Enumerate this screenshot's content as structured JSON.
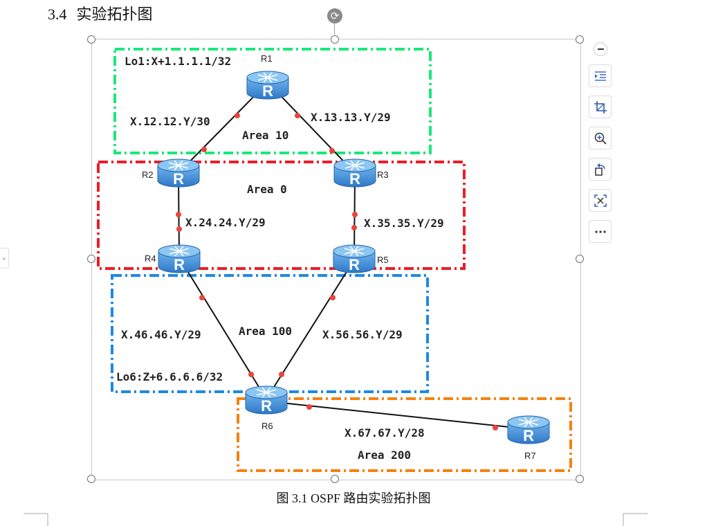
{
  "document": {
    "section_number": "3.4",
    "section_title": "实验拓扑图",
    "figure_caption": "图 3.1 OSPF 路由实验拓扑图"
  },
  "diagram": {
    "areas": [
      {
        "id": "area10",
        "label": "Area 10",
        "color": "#19e87a"
      },
      {
        "id": "area0",
        "label": "Area 0",
        "color": "#ee1c24"
      },
      {
        "id": "area100",
        "label": "Area 100",
        "color": "#1e88e5"
      },
      {
        "id": "area200",
        "label": "Area 200",
        "color": "#f5820d"
      }
    ],
    "routers": [
      {
        "id": "R1",
        "label": "R1",
        "glyph": "R"
      },
      {
        "id": "R2",
        "label": "R2",
        "glyph": "R"
      },
      {
        "id": "R3",
        "label": "R3",
        "glyph": "R"
      },
      {
        "id": "R4",
        "label": "R4",
        "glyph": "R"
      },
      {
        "id": "R5",
        "label": "R5",
        "glyph": "R"
      },
      {
        "id": "R6",
        "label": "R6",
        "glyph": "R"
      },
      {
        "id": "R7",
        "label": "R7",
        "glyph": "R"
      }
    ],
    "links": [
      {
        "from": "R1",
        "to": "R2",
        "subnet": "X.12.12.Y/30"
      },
      {
        "from": "R1",
        "to": "R3",
        "subnet": "X.13.13.Y/29"
      },
      {
        "from": "R2",
        "to": "R4",
        "subnet": "X.24.24.Y/29"
      },
      {
        "from": "R3",
        "to": "R5",
        "subnet": "X.35.35.Y/29"
      },
      {
        "from": "R4",
        "to": "R6",
        "subnet": "X.46.46.Y/29"
      },
      {
        "from": "R5",
        "to": "R6",
        "subnet": "X.56.56.Y/29"
      },
      {
        "from": "R6",
        "to": "R7",
        "subnet": "X.67.67.Y/28"
      }
    ],
    "loopbacks": [
      {
        "router": "R1",
        "label": "Lo1:X+1.1.1.1/32"
      },
      {
        "router": "R6",
        "label": "Lo6:Z+6.6.6.6/32"
      }
    ],
    "colors": {
      "router_fill": "#3b88d4",
      "link": "#111111",
      "interface_dot": "#e8453c"
    }
  },
  "toolbar": [
    {
      "id": "collapse",
      "icon": "minus-circle-icon"
    },
    {
      "id": "wrap-text",
      "icon": "wrap-text-icon"
    },
    {
      "id": "crop",
      "icon": "crop-icon"
    },
    {
      "id": "zoom",
      "icon": "zoom-in-icon"
    },
    {
      "id": "rotate",
      "icon": "rotate-icon"
    },
    {
      "id": "extract-text",
      "icon": "extract-text-icon"
    },
    {
      "id": "more",
      "icon": "more-icon"
    }
  ]
}
